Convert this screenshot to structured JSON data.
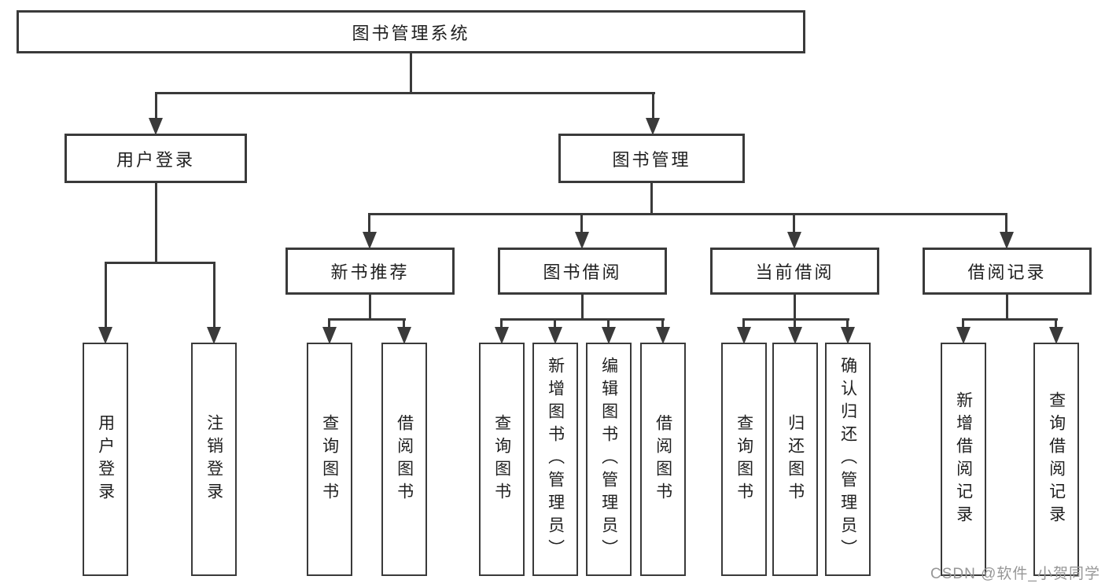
{
  "tree": {
    "label": "图书管理系统",
    "children": [
      {
        "label": "用户登录",
        "children": [
          {
            "label": "用户登录"
          },
          {
            "label": "注销登录"
          }
        ]
      },
      {
        "label": "图书管理",
        "children": [
          {
            "label": "新书推荐",
            "children": [
              {
                "label": "查询图书"
              },
              {
                "label": "借阅图书"
              }
            ]
          },
          {
            "label": "图书借阅",
            "children": [
              {
                "label": "查询图书"
              },
              {
                "label": "新增图书（管理员）"
              },
              {
                "label": "编辑图书（管理员）"
              },
              {
                "label": "借阅图书"
              }
            ]
          },
          {
            "label": "当前借阅",
            "children": [
              {
                "label": "查询图书"
              },
              {
                "label": "归还图书"
              },
              {
                "label": "确认归还（管理员）"
              }
            ]
          },
          {
            "label": "借阅记录",
            "children": [
              {
                "label": "新增借阅记录"
              },
              {
                "label": "查询借阅记录"
              }
            ]
          }
        ]
      }
    ]
  },
  "watermark": "CSDN @软件_小贺同学",
  "colors": {
    "line": "#3a3a3a",
    "text": "#1f1f1f",
    "watermark": "#969696",
    "background": "#ffffff"
  }
}
